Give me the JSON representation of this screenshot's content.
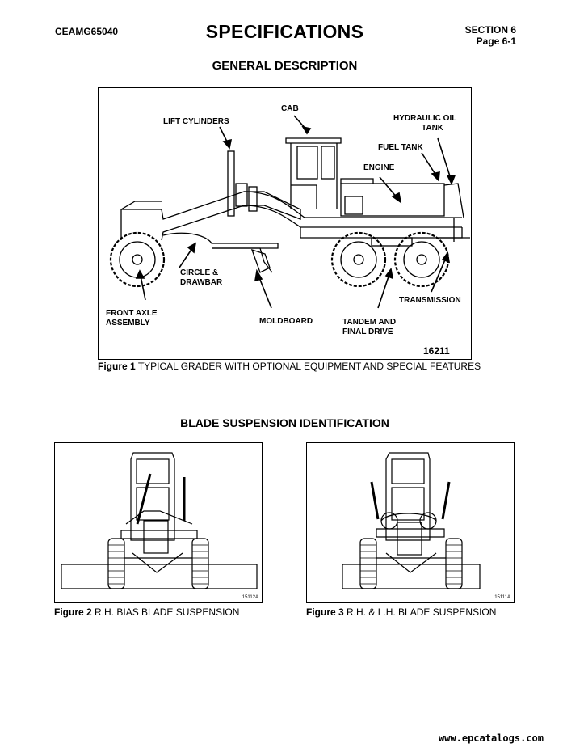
{
  "header": {
    "doc_code": "CEAMG65040",
    "title": "SPECIFICATIONS",
    "section": "SECTION 6",
    "page": "Page 6-1"
  },
  "general_description": {
    "heading": "GENERAL DESCRIPTION",
    "figure1": {
      "labels": {
        "cab": "CAB",
        "lift_cylinders": "LIFT CYLINDERS",
        "hydraulic_oil_tank_1": "HYDRAULIC OIL",
        "hydraulic_oil_tank_2": "TANK",
        "fuel_tank": "FUEL TANK",
        "engine": "ENGINE",
        "circle_drawbar_1": "CIRCLE &",
        "circle_drawbar_2": "DRAWBAR",
        "front_axle_1": "FRONT AXLE",
        "front_axle_2": "ASSEMBLY",
        "moldboard": "MOLDBOARD",
        "tandem_1": "TANDEM AND",
        "tandem_2": "FINAL DRIVE",
        "transmission": "TRANSMISSION",
        "fig_number": "16211"
      },
      "caption_prefix": "Figure 1",
      "caption_text": "TYPICAL GRADER WITH OPTIONAL EQUIPMENT AND SPECIAL FEATURES"
    }
  },
  "blade_suspension": {
    "heading": "BLADE SUSPENSION IDENTIFICATION",
    "figure2": {
      "fig_number": "15112A",
      "caption_prefix": "Figure 2",
      "caption_text": "R.H. BIAS BLADE SUSPENSION"
    },
    "figure3": {
      "fig_number": "15111A",
      "caption_prefix": "Figure 3",
      "caption_text": "R.H. & L.H. BLADE SUSPENSION"
    }
  },
  "footer": {
    "watermark": "www.epcatalogs.com"
  }
}
